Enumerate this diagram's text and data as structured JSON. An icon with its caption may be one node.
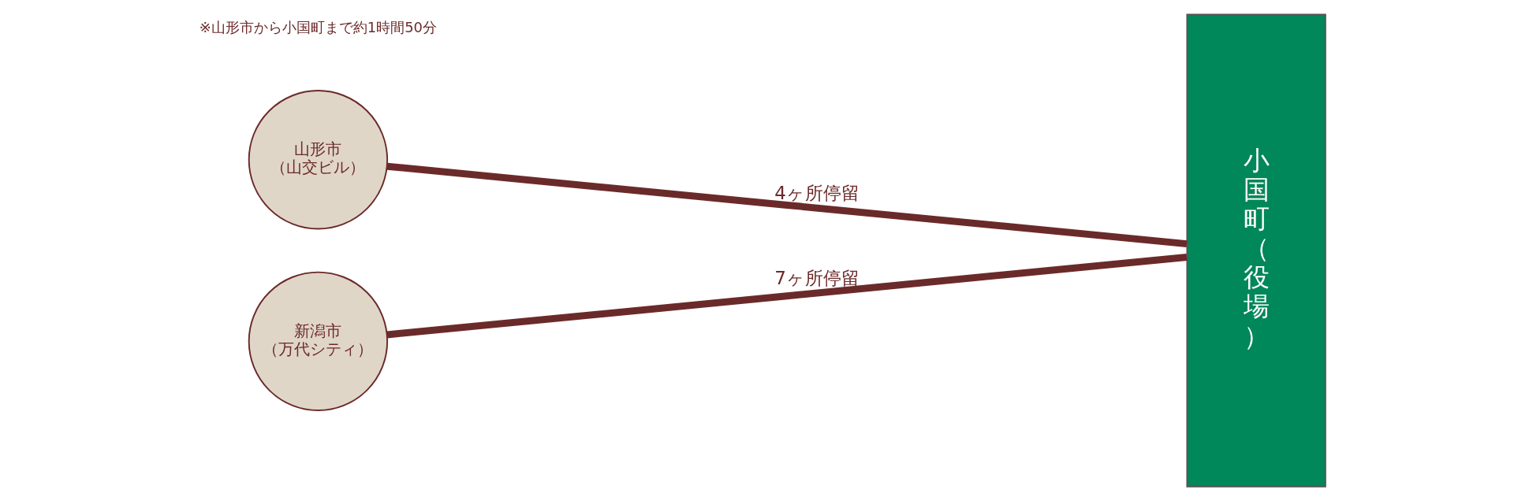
{
  "diagram": {
    "nodes": [
      {
        "text": [
          "山形市",
          "（山交ビル）"
        ],
        "beside": [
          "※山形市から小国町まで約1時間50分"
        ]
      },
      {
        "text": [
          "新潟市",
          "（万代シティ）"
        ]
      },
      {
        "text": [
          "小国町（役場）"
        ]
      }
    ],
    "edges": [
      {
        "from": 0,
        "to": 2,
        "arrow": "none",
        "label": "4ヶ所停留"
      },
      {
        "from": 1,
        "to": 2,
        "arrow": "none",
        "label": "7ヶ所停留"
      }
    ]
  }
}
